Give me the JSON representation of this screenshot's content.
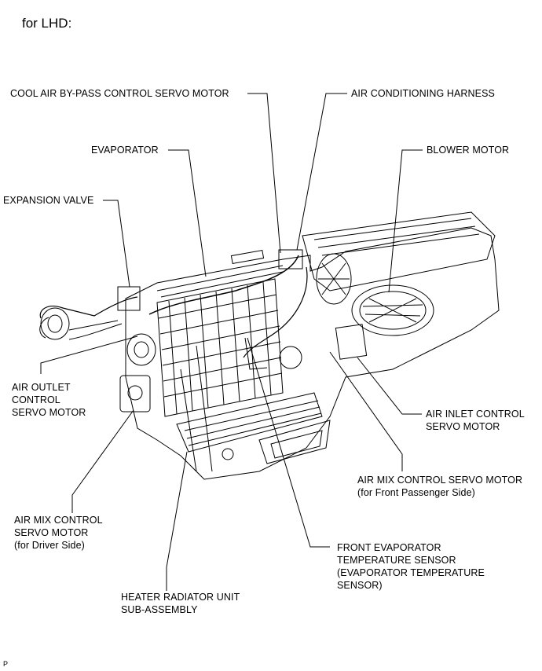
{
  "heading": "for LHD:",
  "labels": {
    "cool_air_bypass": "COOL AIR BY-PASS CONTROL SERVO MOTOR",
    "ac_harness": "AIR CONDITIONING HARNESS",
    "evaporator": "EVAPORATOR",
    "blower_motor": "BLOWER MOTOR",
    "expansion_valve": "EXPANSION VALVE",
    "air_outlet": [
      "AIR OUTLET",
      "CONTROL",
      "SERVO MOTOR"
    ],
    "air_inlet": [
      "AIR INLET CONTROL",
      "SERVO MOTOR"
    ],
    "air_mix_passenger": [
      "AIR MIX CONTROL SERVO MOTOR",
      "(for Front Passenger Side)"
    ],
    "air_mix_driver": [
      "AIR MIX CONTROL",
      "SERVO MOTOR",
      "(for Driver Side)"
    ],
    "front_evap_sensor": [
      "FRONT EVAPORATOR",
      "TEMPERATURE SENSOR",
      "(EVAPORATOR TEMPERATURE",
      "SENSOR)"
    ],
    "heater_radiator": [
      "HEATER RADIATOR UNIT",
      "SUB-ASSEMBLY"
    ]
  },
  "footer_mark": "P"
}
